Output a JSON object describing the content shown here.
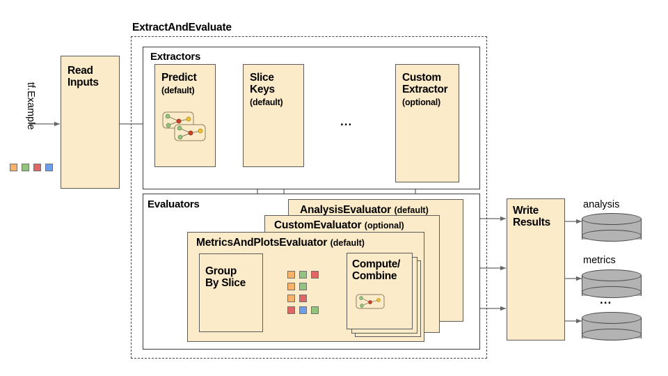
{
  "diagram": {
    "title_outer": "ExtractAndEvaluate",
    "input_label": "tf.Example",
    "groups": {
      "extractors": "Extractors",
      "evaluators": "Evaluators"
    },
    "nodes": {
      "read_inputs": {
        "line1": "Read",
        "line2": "Inputs"
      },
      "predict": {
        "line1": "Predict",
        "sub": "(default)"
      },
      "slice_keys": {
        "line1": "Slice",
        "line2": "Keys",
        "sub": "(default)"
      },
      "ellipsis": "...",
      "custom_extractor": {
        "line1": "Custom",
        "line2": "Extractor",
        "sub": "(optional)"
      },
      "analysis_evaluator": {
        "name": "AnalysisEvaluator",
        "sub": "(default)"
      },
      "custom_evaluator": {
        "name": "CustomEvaluator",
        "sub": "(optional)"
      },
      "metrics_plots_evaluator": {
        "name": "MetricsAndPlotsEvaluator",
        "sub": "(default)"
      },
      "group_by_slice": {
        "line1": "Group",
        "line2": "By Slice"
      },
      "compute_combine": {
        "line1": "Compute/",
        "line2": "Combine"
      },
      "write_results": {
        "line1": "Write",
        "line2": "Results"
      }
    },
    "sinks": [
      {
        "label": "analysis"
      },
      {
        "label": "metrics"
      },
      {
        "label": "..."
      }
    ],
    "colors": {
      "orange": "#F6B26B",
      "green": "#93C47D",
      "red": "#E06666",
      "blue": "#6D9EEB",
      "node_fill": "#FCEBC8",
      "node_border": "#5a5a5a",
      "cylinder_fill": "#B3B3B3",
      "wire": "#666666"
    },
    "legend_swatches": [
      "orange",
      "green",
      "red",
      "blue"
    ],
    "slice_grid": [
      [
        "orange",
        "green",
        "red"
      ],
      [
        "orange",
        "green"
      ],
      [
        "orange",
        "red"
      ],
      [
        "red",
        "blue",
        "green"
      ]
    ]
  }
}
